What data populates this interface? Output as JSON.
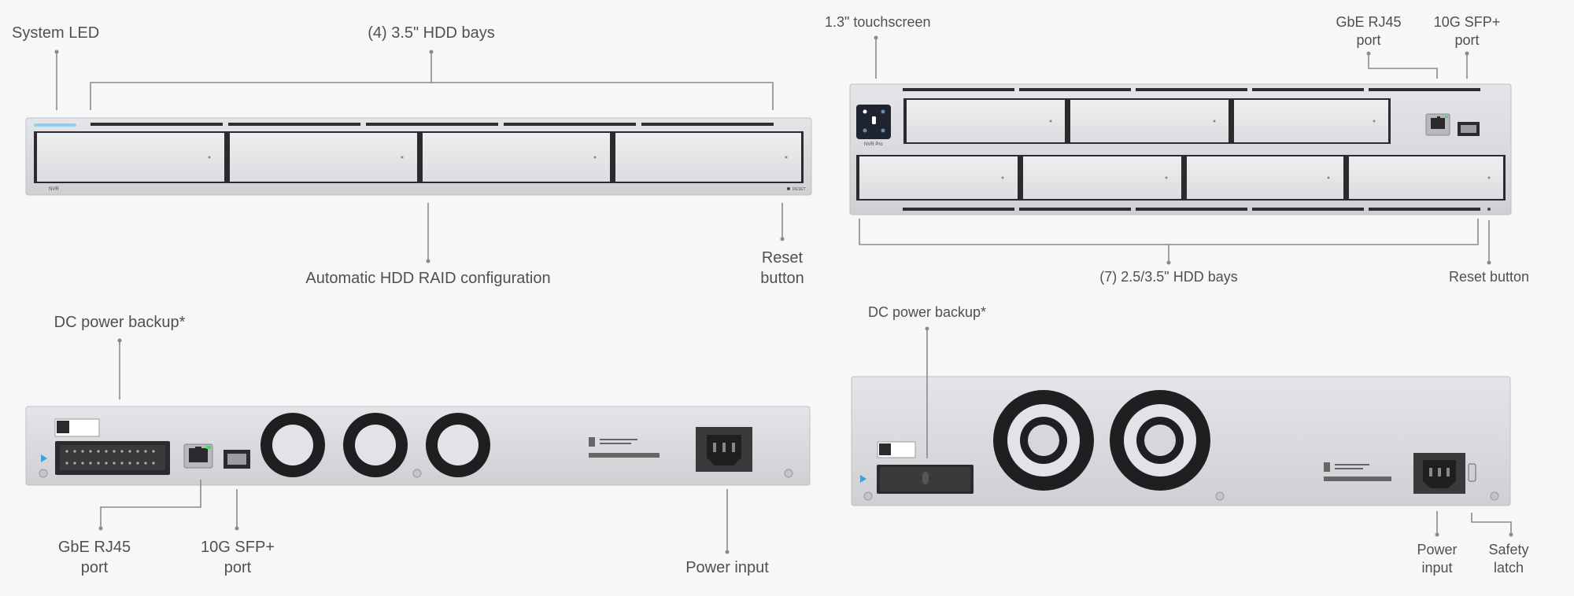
{
  "labels": {
    "nvr_front": {
      "system_led": "System LED",
      "hdd_bays": "(4) 3.5\" HDD bays",
      "raid": "Automatic HDD RAID configuration",
      "reset_line1": "Reset",
      "reset_line2": "button"
    },
    "nvr_pro_front": {
      "touchscreen": "1.3\" touchscreen",
      "rj45_line1": "GbE RJ45",
      "rj45_line2": "port",
      "sfp_line1": "10G SFP+",
      "sfp_line2": "port",
      "hdd_bays": "(7) 2.5/3.5\" HDD bays",
      "reset": "Reset button"
    },
    "nvr_back": {
      "dc_backup": "DC power backup*",
      "rj45_line1": "GbE RJ45",
      "rj45_line2": "port",
      "sfp_line1": "10G SFP+",
      "sfp_line2": "port",
      "power": "Power input"
    },
    "nvr_pro_back": {
      "dc_backup": "DC power backup*",
      "power_line1": "Power",
      "power_line2": "input",
      "latch_line1": "Safety",
      "latch_line2": "latch"
    }
  },
  "device_markings": {
    "nvr_logo": "NVR",
    "nvr_pro_logo": "NVR Pro",
    "reset_text": "RESET"
  },
  "colors": {
    "chassis": "#dcdde0",
    "bay": "#e9eaec",
    "dark": "#2b2b2d",
    "leader": "#8a8a8a",
    "led": "#8fd0f0"
  }
}
